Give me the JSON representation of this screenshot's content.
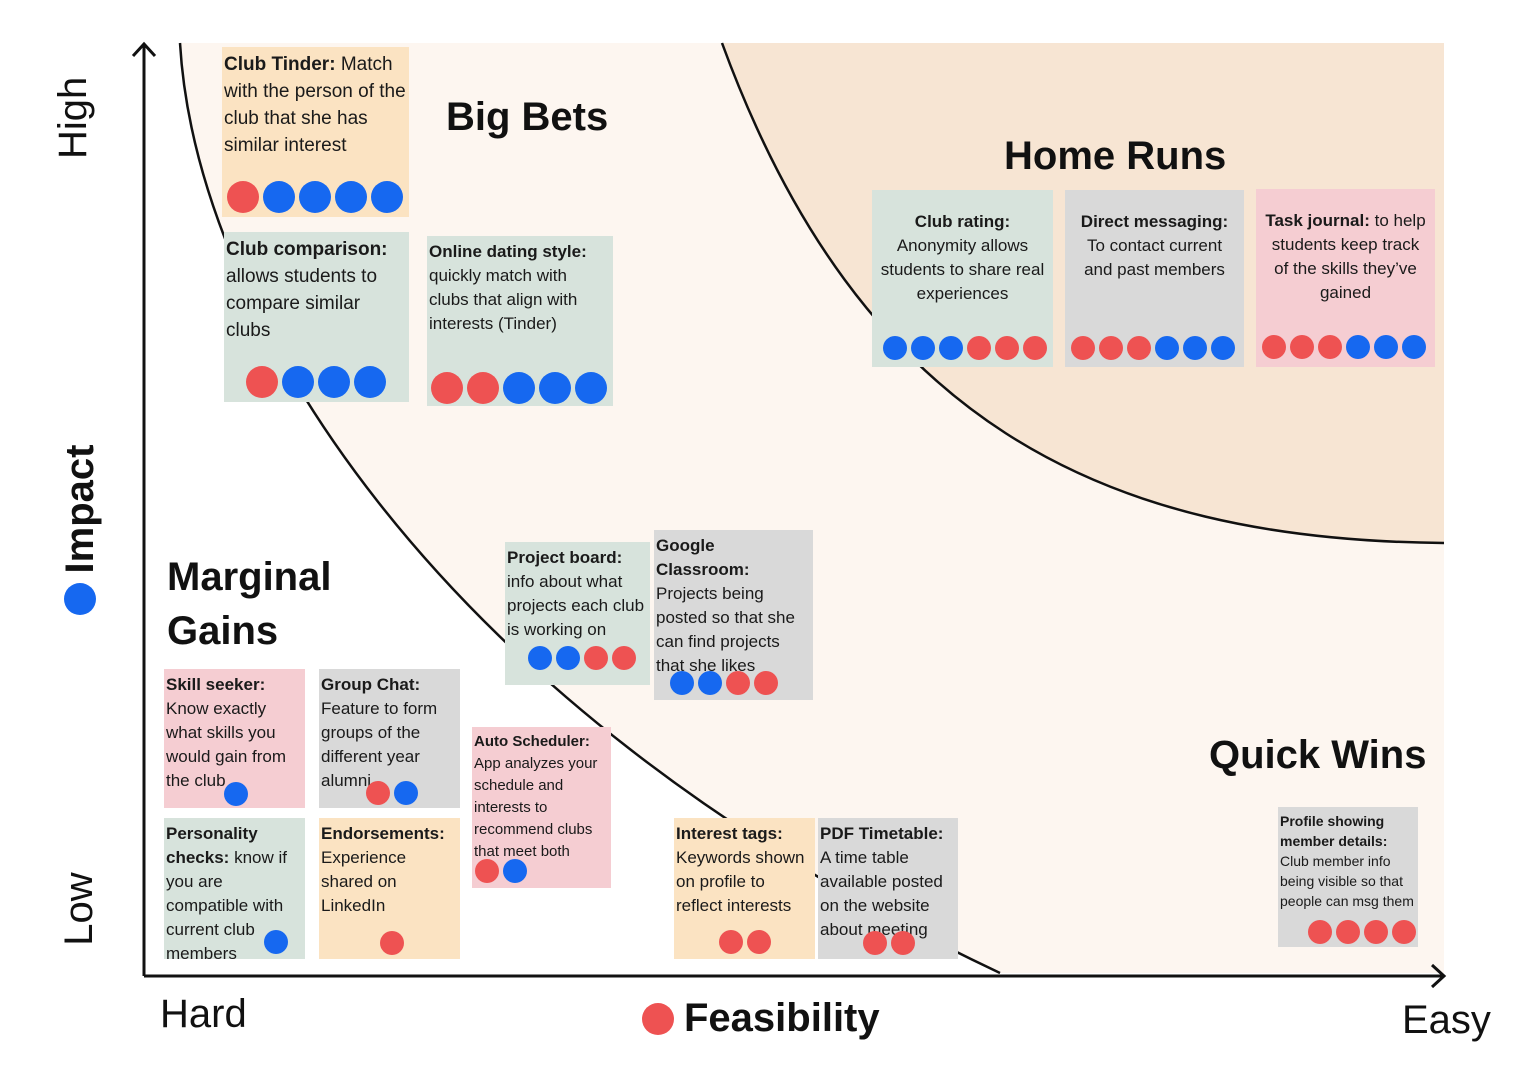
{
  "colors": {
    "impact": "#1668f0",
    "feasibility": "#ee5252",
    "plane": "#fdf6f0",
    "home_runs_area": "#f7e5d3",
    "note_orange": "#fbe3c2",
    "note_green": "#d7e3dc",
    "note_pink": "#f5cdd2",
    "note_gray": "#d9d9d9"
  },
  "axes": {
    "y_title": "Impact",
    "x_title": "Feasibility",
    "y_high": "High",
    "y_low": "Low",
    "x_hard": "Hard",
    "x_easy": "Easy"
  },
  "regions": {
    "big_bets": "Big Bets",
    "home_runs": "Home Runs",
    "marginal_gains_1": "Marginal",
    "marginal_gains_2": "Gains",
    "quick_wins": "Quick Wins"
  },
  "notes": [
    {
      "id": "club-tinder",
      "title": "Club Tinder:",
      "body": "Match with the person of the club that she has similar interest",
      "color": "orange",
      "dots": [
        "r",
        "b",
        "b",
        "b",
        "b"
      ]
    },
    {
      "id": "club-comparison",
      "title": "Club comparison:",
      "body": "allows students to compare similar clubs",
      "color": "green",
      "dots": [
        "r",
        "b",
        "b",
        "b"
      ]
    },
    {
      "id": "online-dating-style",
      "title": "Online dating style:",
      "body": "quickly match with clubs that align with interests (Tinder)",
      "color": "green",
      "dots": [
        "r",
        "r",
        "b",
        "b",
        "b"
      ]
    },
    {
      "id": "club-rating",
      "title": "Club rating:",
      "body": "Anonymity allows students to share real experiences",
      "color": "green",
      "dots": [
        "b",
        "b",
        "b",
        "r",
        "r",
        "r"
      ]
    },
    {
      "id": "direct-messaging",
      "title": "Direct messaging:",
      "body": "To contact current and past members",
      "color": "gray",
      "dots": [
        "r",
        "r",
        "r",
        "b",
        "b",
        "b"
      ]
    },
    {
      "id": "task-journal",
      "title": "Task journal:",
      "body": "to help students keep track of the skills they’ve gained",
      "color": "pink",
      "dots": [
        "r",
        "r",
        "r",
        "b",
        "b",
        "b"
      ]
    },
    {
      "id": "project-board",
      "title": "Project board:",
      "body": "info about what projects each club is working on",
      "color": "green",
      "dots": [
        "b",
        "b",
        "r",
        "r"
      ]
    },
    {
      "id": "google-classroom",
      "title": "Google Classroom:",
      "body": "Projects being posted so that she can find projects that she likes",
      "color": "gray",
      "dots": [
        "b",
        "b",
        "r",
        "r"
      ]
    },
    {
      "id": "skill-seeker",
      "title": "Skill seeker:",
      "body": "Know exactly what skills you would gain from the club",
      "color": "pink",
      "dots": [
        "b"
      ]
    },
    {
      "id": "group-chat",
      "title": "Group Chat:",
      "body": "Feature to form groups of the different year alumni",
      "color": "gray",
      "dots": [
        "r",
        "b"
      ]
    },
    {
      "id": "auto-scheduler",
      "title": "Auto Scheduler:",
      "body": "App analyzes your schedule and interests to recommend clubs that meet both",
      "color": "pink",
      "dots": [
        "r",
        "b"
      ]
    },
    {
      "id": "personality-checks",
      "title": "Personality checks:",
      "body": "know if you are compatible with current club members",
      "color": "green",
      "dots": [
        "b"
      ]
    },
    {
      "id": "endorsements",
      "title": "Endorsements:",
      "body": "Experience shared on LinkedIn",
      "color": "orange",
      "dots": [
        "r"
      ]
    },
    {
      "id": "interest-tags",
      "title": "Interest tags:",
      "body": "Keywords shown on profile to reflect interests",
      "color": "orange",
      "dots": [
        "r",
        "r"
      ]
    },
    {
      "id": "pdf-timetable",
      "title": "PDF Timetable:",
      "body": "A time table available posted on the website about meeting",
      "color": "gray",
      "dots": [
        "r",
        "r"
      ]
    },
    {
      "id": "profile-details",
      "title": "Profile showing member details:",
      "body": "Club member info being visible so that people can msg them",
      "color": "gray",
      "dots": [
        "r",
        "r",
        "r",
        "r"
      ]
    }
  ]
}
